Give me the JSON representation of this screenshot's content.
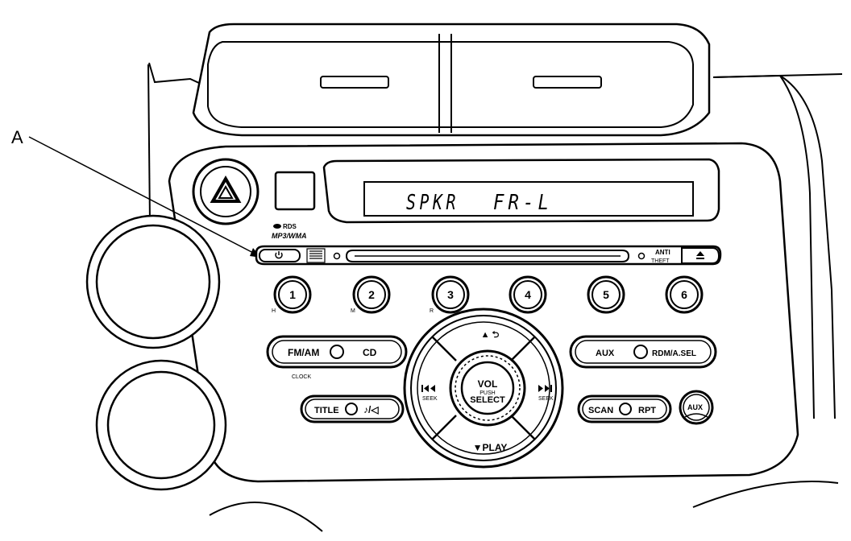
{
  "callout_label": "A",
  "display": {
    "left_text": "SPKR",
    "right_text": "FR-L"
  },
  "logos": {
    "rds": "RDS",
    "format": "MP3/WMA"
  },
  "anti_theft": {
    "line1": "ANTI",
    "line2": "THEFT"
  },
  "presets": [
    {
      "number": "1",
      "sublabel": "H"
    },
    {
      "number": "2",
      "sublabel": "M"
    },
    {
      "number": "3",
      "sublabel": "R"
    },
    {
      "number": "4",
      "sublabel": ""
    },
    {
      "number": "5",
      "sublabel": ""
    },
    {
      "number": "6",
      "sublabel": ""
    }
  ],
  "buttons": {
    "fm_am": "FM/AM",
    "cd": "CD",
    "clock": "CLOCK",
    "title": "TITLE",
    "aux": "AUX",
    "rdm": "RDM/A.SEL",
    "scan": "SCAN",
    "rpt": "RPT",
    "aux_jack": "AUX"
  },
  "knob": {
    "vol": "VOL",
    "push": "PUSH",
    "select": "SELECT",
    "up": "▲ ⮌",
    "down": "▼PLAY",
    "seek_left": "SEEK",
    "seek_right": "SEEK"
  }
}
